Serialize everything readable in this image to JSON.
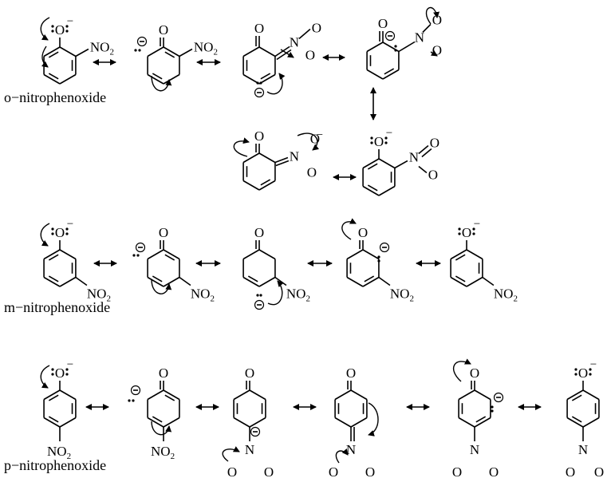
{
  "labels": {
    "ortho": "o−nitrophenoxide",
    "meta": "m−nitrophenoxide",
    "para": "p−nitrophenoxide"
  },
  "atoms": {
    "O": "O",
    "N": "N",
    "NO2": "NO",
    "sub2": "2",
    "minus": "−",
    "lone_pair": ":"
  },
  "rows": [
    {
      "name": "ortho-resonance-row",
      "structures": 6
    },
    {
      "name": "meta-resonance-row",
      "structures": 5
    },
    {
      "name": "para-resonance-row",
      "structures": 6
    }
  ]
}
